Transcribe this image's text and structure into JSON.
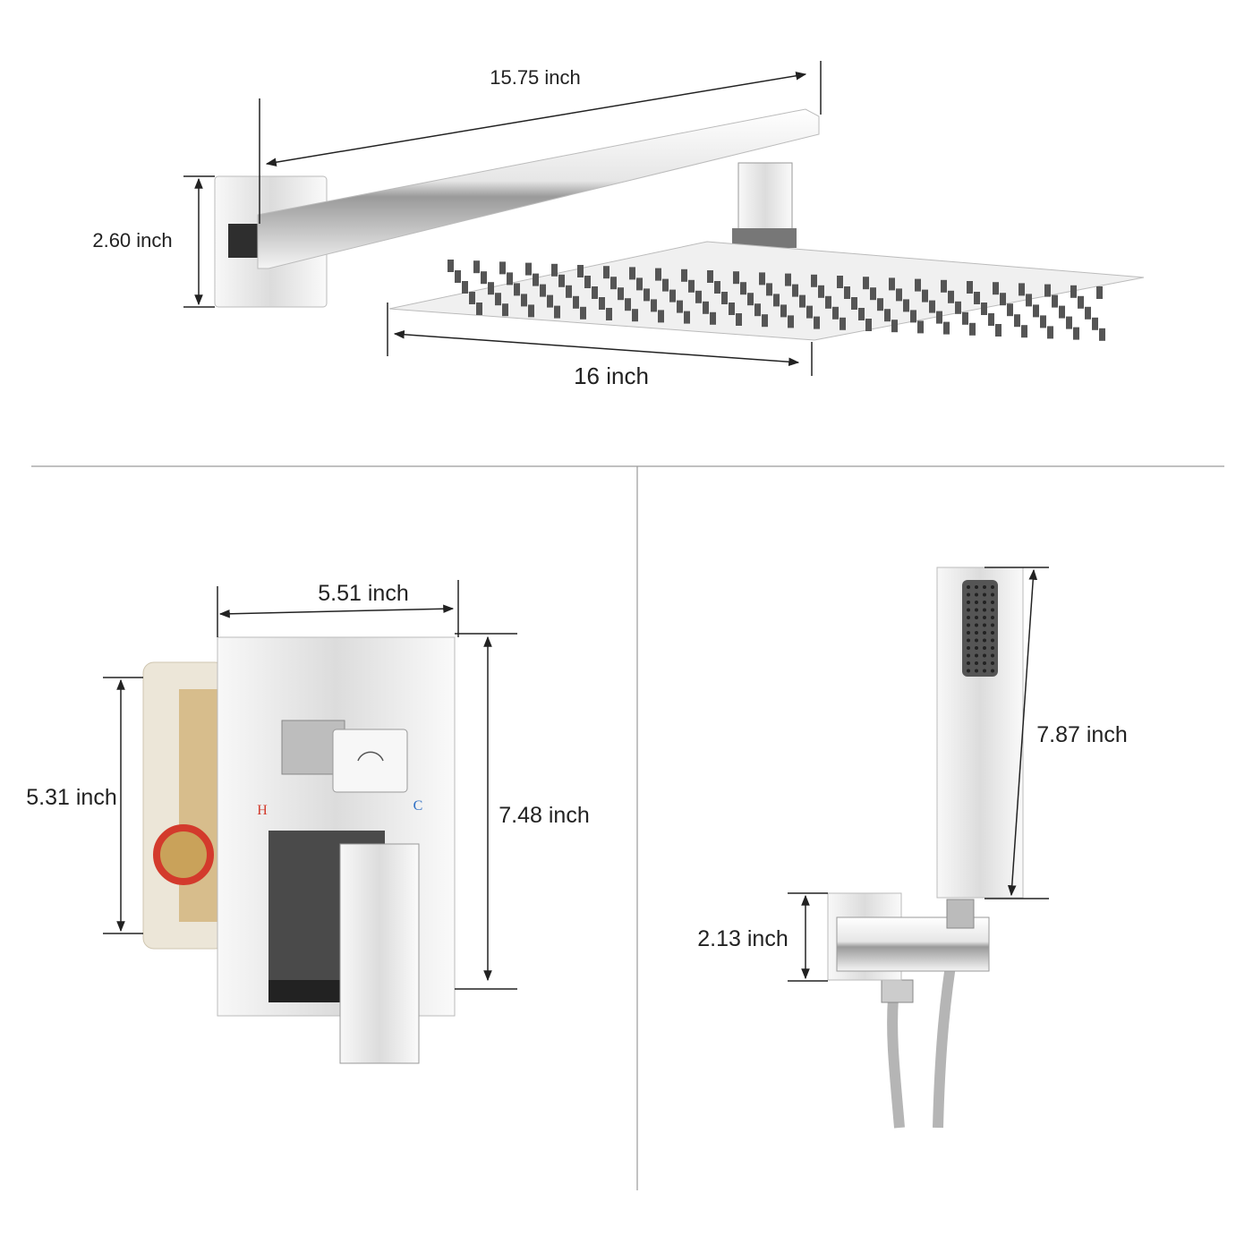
{
  "rain_shower": {
    "arm_length": "15.75 inch",
    "flange_height": "2.60 inch",
    "head_width": "16 inch"
  },
  "valve": {
    "plate_width": "5.51 inch",
    "plate_height": "7.48 inch",
    "box_height": "5.31 inch",
    "hot_label": "H",
    "cold_label": "C"
  },
  "handheld": {
    "wand_length": "7.87 inch",
    "bracket_height": "2.13 inch"
  },
  "colors": {
    "chrome_dark": "#3a3a3a",
    "chrome_light": "#f2f2f2",
    "hot": "#d33a2c",
    "cold": "#2f6fc4",
    "brass": "#c9a25a"
  }
}
